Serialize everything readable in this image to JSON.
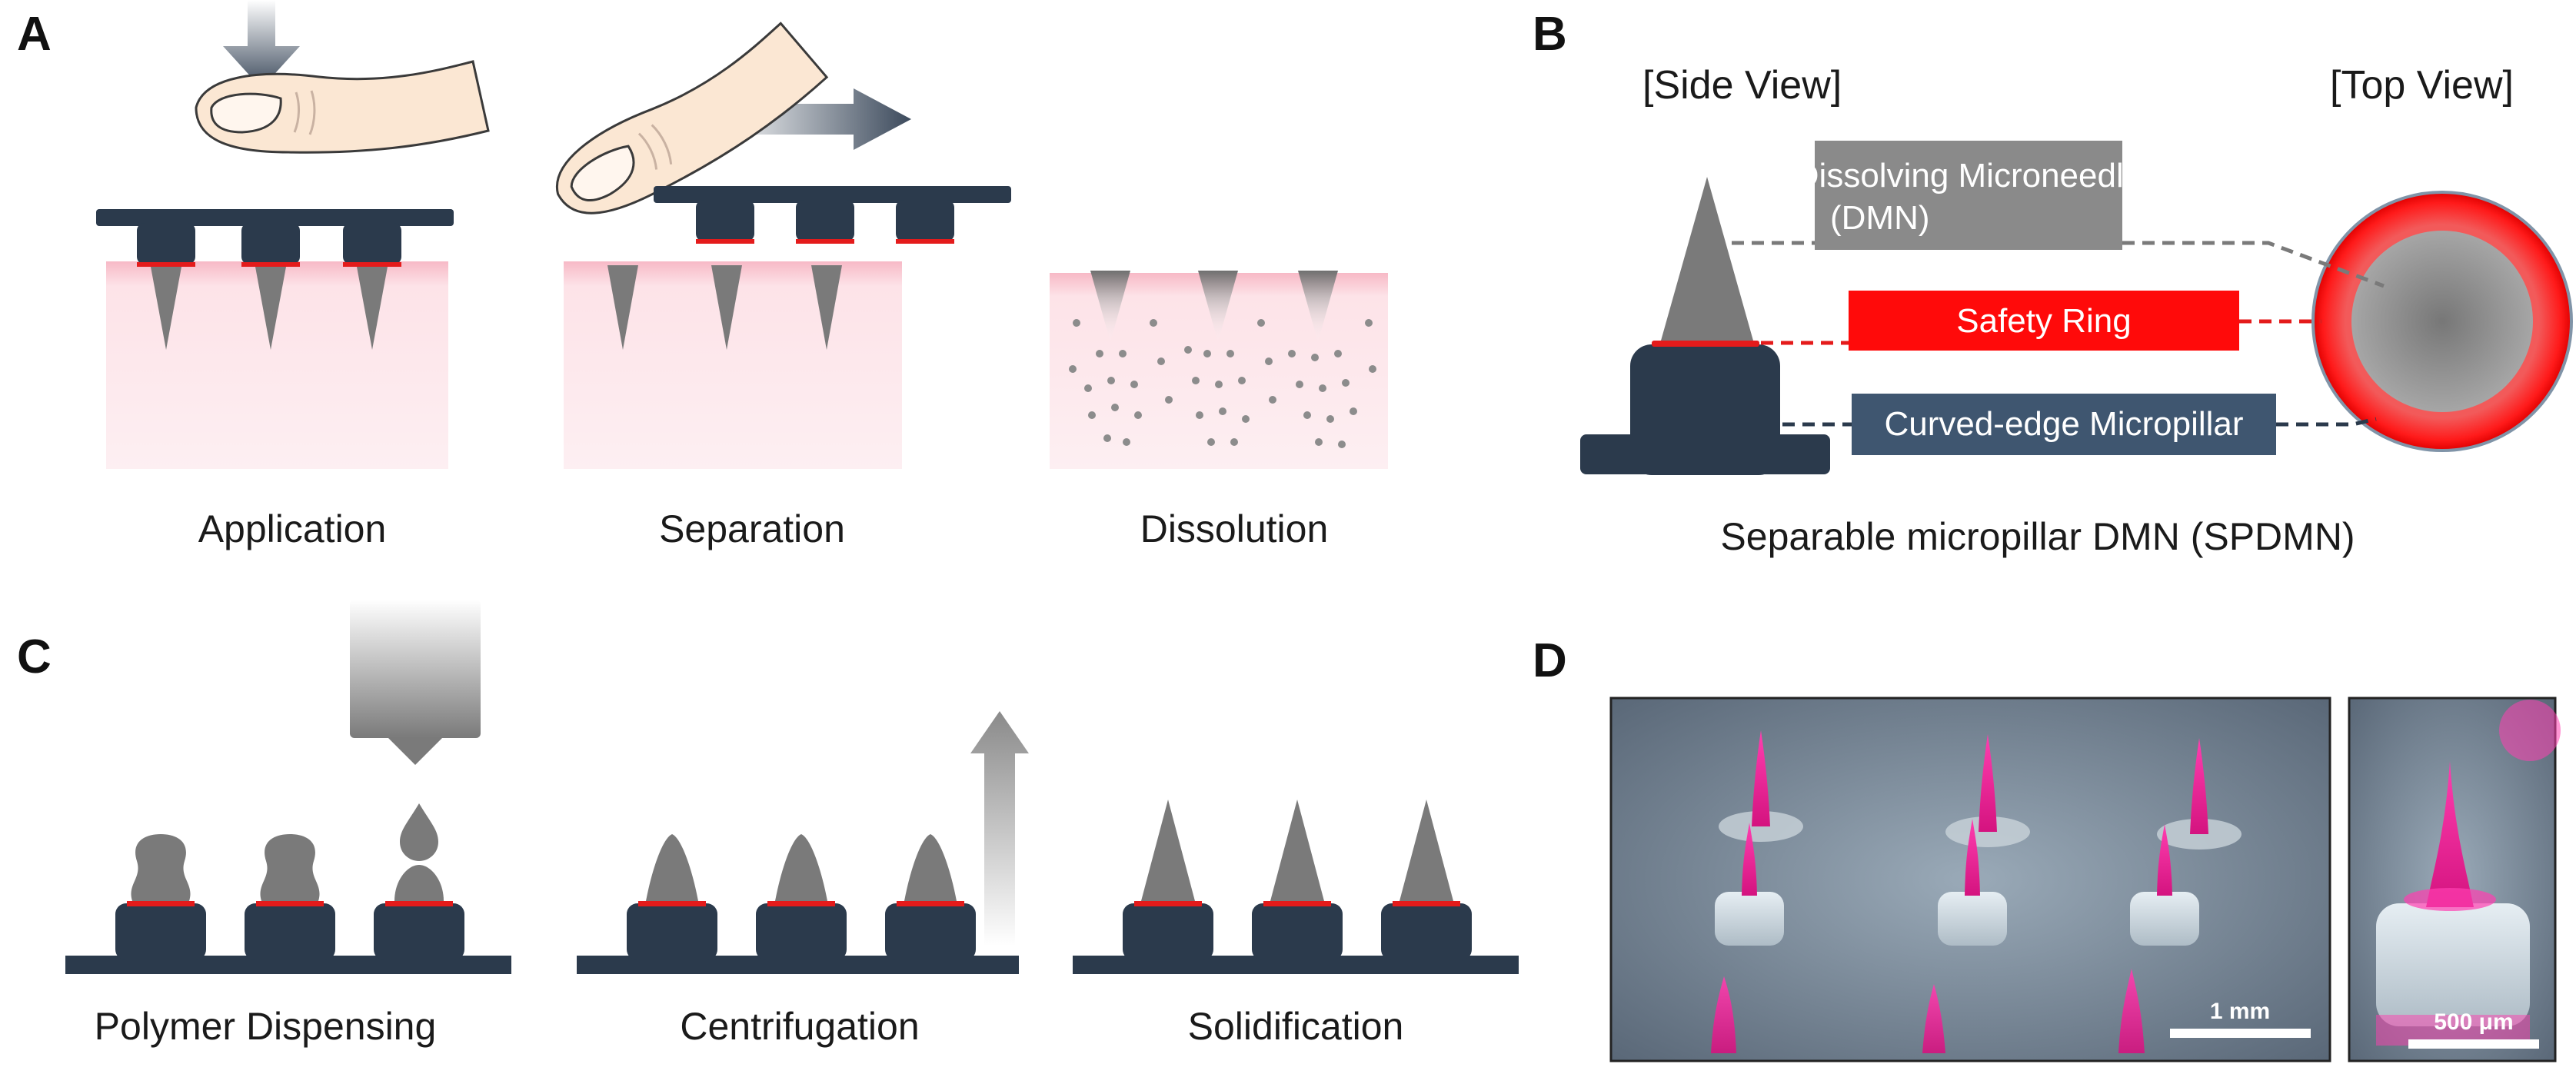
{
  "panels": {
    "a": {
      "label": "A",
      "captions": [
        "Application",
        "Separation",
        "Dissolution"
      ]
    },
    "b": {
      "label": "B",
      "side_view": "[Side View]",
      "top_view": "[Top View]",
      "dmn_line1": "Dissolving Microneedle",
      "dmn_line2": "(DMN)",
      "safety_ring": "Safety Ring",
      "micropillar": "Curved-edge Micropillar",
      "caption": "Separable micropillar DMN (SPDMN)"
    },
    "c": {
      "label": "C",
      "captions": [
        "Polymer Dispensing",
        "Centrifugation",
        "Solidification"
      ]
    },
    "d": {
      "label": "D",
      "scale_left": "1 mm",
      "scale_right": "500 μm"
    }
  },
  "colors": {
    "navy": "#2b3a4c",
    "red": "#e41b1b",
    "gray": "#7a7a7a",
    "skin": "#fdeef1",
    "skin_top": "#f9c4ce",
    "tag_gray": "#8a8a8a",
    "tag_blue": "#3f5670"
  }
}
